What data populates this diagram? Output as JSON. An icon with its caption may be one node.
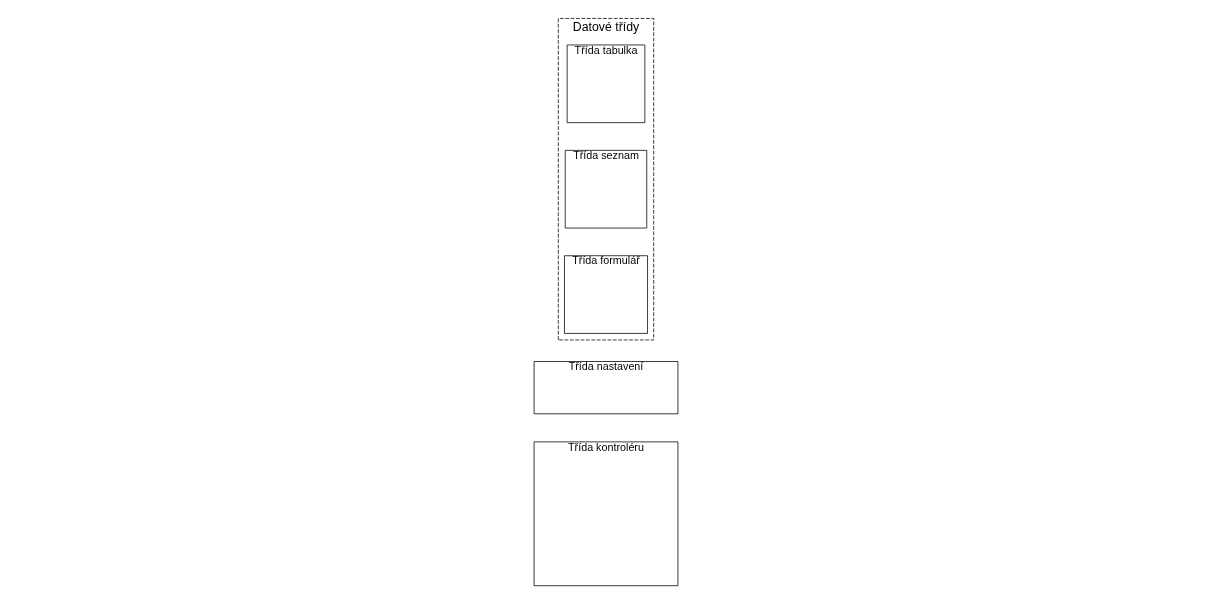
{
  "diagram": {
    "nodes": [
      {
        "text": [
          "Třída kontroléru"
        ]
      },
      {
        "text": [
          "Třída nastavení"
        ]
      },
      {
        "text": [
          "Datové třídy"
        ]
      },
      {
        "text": [
          "Třída tabulka"
        ],
        "in": 2
      },
      {
        "text": [
          "Třída seznam"
        ],
        "in": 2
      },
      {
        "text": [
          "Třída formulář"
        ],
        "in": 2
      }
    ]
  }
}
